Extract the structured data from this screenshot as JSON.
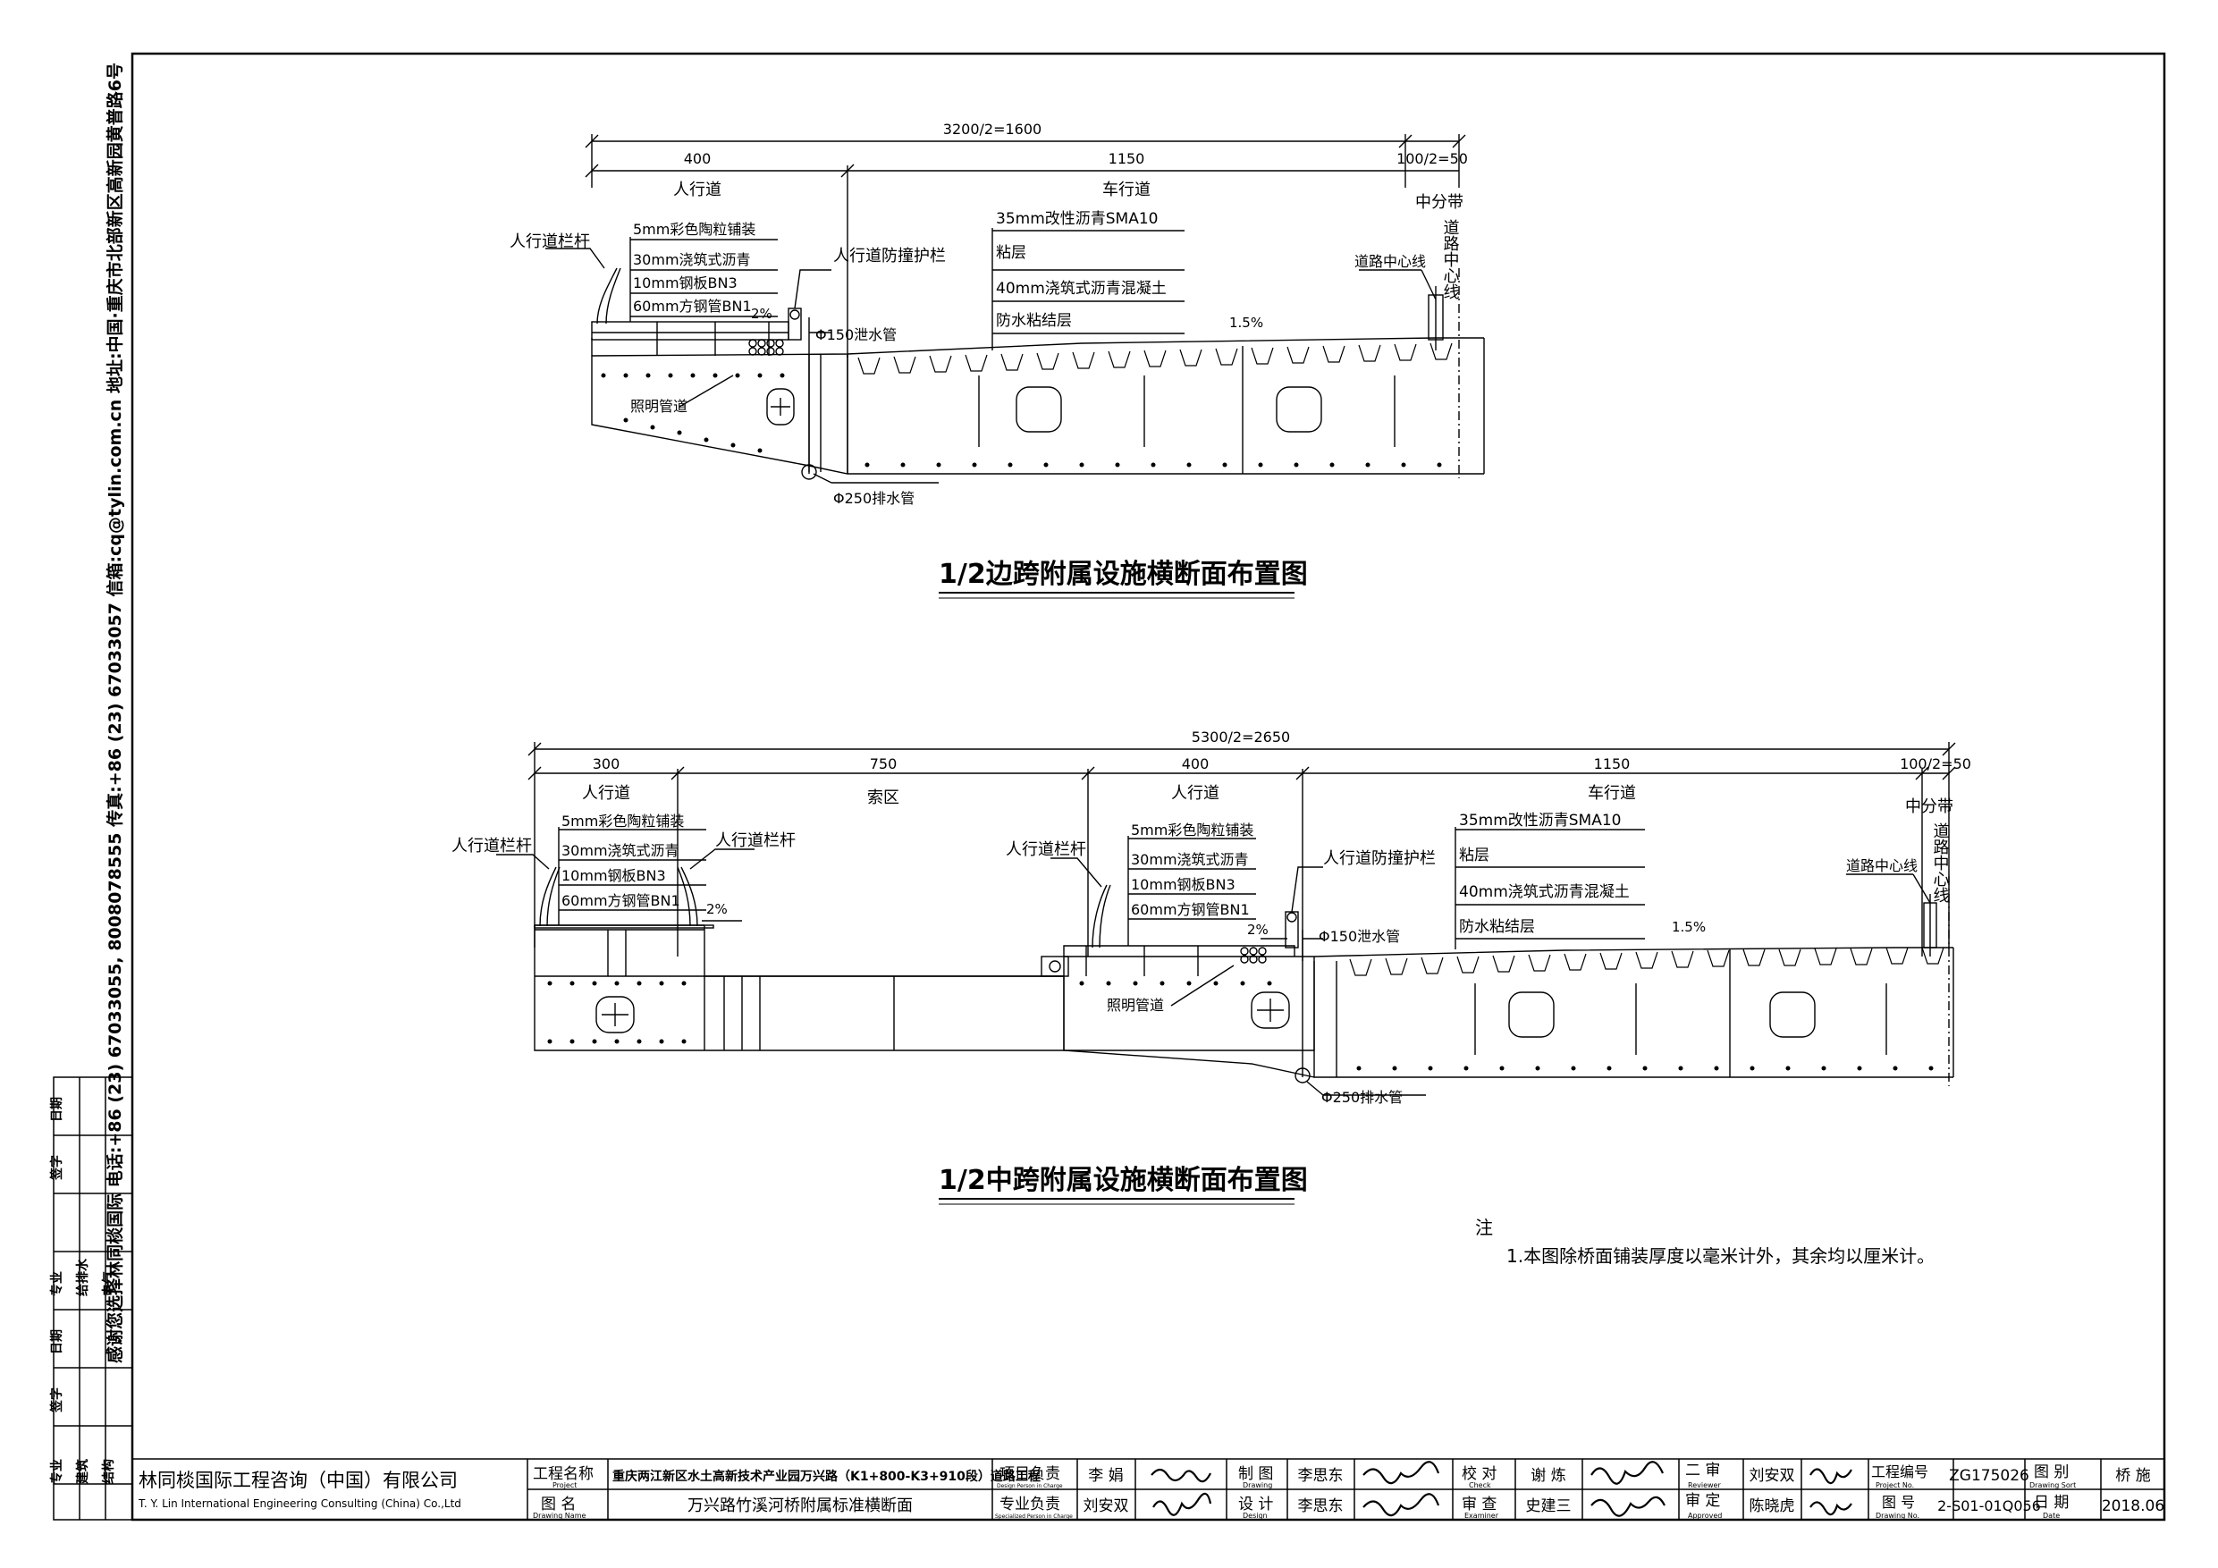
{
  "side_address": "感谢您选择林同棪国际   电话:+86 (23) 67033055, 8008078555 传真:+86 (23) 67033057 信箱:cq@tylin.com.cn   地址:中国·重庆市北部新区高新园黄普路6号",
  "top": {
    "title": "1/2边跨附属设施横断面布置图",
    "total_dim": "3200/2=1600",
    "dims": [
      "400",
      "1150",
      "100/2=50"
    ],
    "zone_sidewalk": "人行道",
    "zone_road": "车行道",
    "median": "中分带",
    "road_center_vertical": "道路中心线",
    "rail": "人行道栏杆",
    "crash": "人行道防撞护栏",
    "pave_side": [
      "5mm彩色陶粒铺装",
      "30mm浇筑式沥青",
      "10mm钢板BN3",
      "60mm方钢管BN1"
    ],
    "pave_road": [
      "35mm改性沥青SMA10",
      "粘层",
      "40mm浇筑式沥青混凝土",
      "防水粘结层"
    ],
    "slope_side": "2%",
    "slope_road": "1.5%",
    "drain_small": "Φ150泄水管",
    "drain_big": "Φ250排水管",
    "lighting": "照明管道",
    "center_line": "道路中心线"
  },
  "bottom": {
    "title": "1/2中跨附属设施横断面布置图",
    "total_dim": "5300/2=2650",
    "dims": [
      "300",
      "750",
      "400",
      "1150",
      "100/2=50"
    ],
    "zone_sidewalk1": "人行道",
    "zone_cable": "索区",
    "zone_sidewalk2": "人行道",
    "zone_road": "车行道",
    "median": "中分带",
    "road_center_vertical": "道路中心线",
    "rail_left": "人行道栏杆",
    "rail_right": "人行道栏杆",
    "rail_mid": "人行道栏杆",
    "crash": "人行道防撞护栏",
    "pave_side": [
      "5mm彩色陶粒铺装",
      "30mm浇筑式沥青",
      "10mm钢板BN3",
      "60mm方钢管BN1"
    ],
    "pave_side2": [
      "5mm彩色陶粒铺装",
      "30mm浇筑式沥青",
      "10mm钢板BN3",
      "60mm方钢管BN1"
    ],
    "pave_road": [
      "35mm改性沥青SMA10",
      "粘层",
      "40mm浇筑式沥青混凝土",
      "防水粘结层"
    ],
    "slope_side": "2%",
    "slope_side2": "2%",
    "slope_road": "1.5%",
    "drain_small": "Φ150泄水管",
    "drain_big": "Φ250排水管",
    "lighting": "照明管道",
    "center_line": "道路中心线"
  },
  "note": {
    "head": "注",
    "item": "1.本图除桥面铺装厚度以毫米计外，其余均以厘米计。"
  },
  "sign_box": {
    "rows": [
      "专业",
      "建筑",
      "结构",
      "签字",
      "日期",
      "专业",
      "给排水",
      "电气",
      "签字",
      "日期"
    ]
  },
  "title_block": {
    "company_cn": "林同棪国际工程咨询（中国）有限公司",
    "company_en": "T. Y. Lin International Engineering Consulting (China) Co.,Ltd",
    "project_label": "工程名称",
    "project_label_en": "Project",
    "project_name": "重庆两江新区水土高新技术产业园万兴路（K1+800-K3+910段）道路工程",
    "drawing_label": "图 名",
    "drawing_label_en": "Drawing Name",
    "drawing_name": "万兴路竹溪河桥附属标准横断面",
    "leader_label": "项目负责",
    "leader_label_en": "Design Person in Charge",
    "leader": "李 娟",
    "spec_label": "专业负责",
    "spec_label_en": "Specialized Person in Charge",
    "spec": "刘安双",
    "draw_label": "制 图",
    "draw_label_en": "Drawing",
    "drawer": "李思东",
    "design_label": "设 计",
    "design_label_en": "Design",
    "designer": "李思东",
    "check_label": "校 对",
    "check_label_en": "Check",
    "checker": "谢 炼",
    "exam_label": "审 查",
    "exam_label_en": "Examiner",
    "examiner": "史建三",
    "review_label": "二 审",
    "review_label_en": "Reviewer",
    "reviewer": "刘安双",
    "approve_label": "审 定",
    "approve_label_en": "Approved",
    "approver": "陈晓虎",
    "proj_no_label": "工程编号",
    "proj_no_label_en": "Project No.",
    "proj_no": "ZG175026",
    "dwg_no_label": "图 号",
    "dwg_no_label_en": "Drawing No.",
    "dwg_no": "2-S01-01Q056",
    "sort_label": "图 别",
    "sort_label_en": "Drawing Sort",
    "sort": "桥 施",
    "date_label": "日 期",
    "date_label_en": "Date",
    "date": "2018.06"
  }
}
